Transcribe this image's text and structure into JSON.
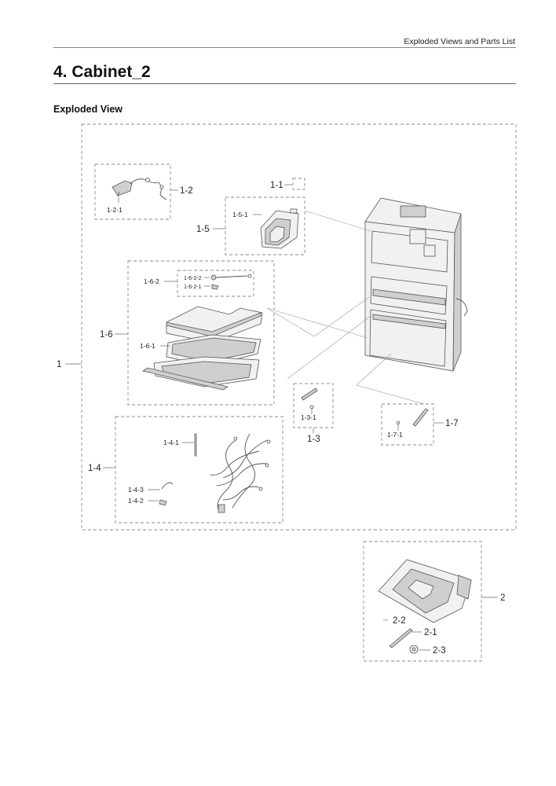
{
  "header": {
    "text": "Exploded Views and Parts List"
  },
  "section": {
    "title": "4.  Cabinet_2"
  },
  "subsection": {
    "title": "Exploded View"
  },
  "labels": {
    "l1": "1",
    "l1_1": "1-1",
    "l1_2": "1-2",
    "l1_2_1": "1-2-1",
    "l1_3": "1-3",
    "l1_3_1": "1-3-1",
    "l1_4": "1-4",
    "l1_4_1": "1-4-1",
    "l1_4_2": "1-4-2",
    "l1_4_3": "1-4-3",
    "l1_5": "1-5",
    "l1_5_1": "1-5-1",
    "l1_6": "1-6",
    "l1_6_1": "1-6-1",
    "l1_6_2": "1-6-2",
    "l1_6_2_1": "1-6-2-1",
    "l1_6_2_2": "1-6-2-2",
    "l1_7": "1-7",
    "l1_7_1": "1-7-1",
    "l2": "2",
    "l2_1": "2-1",
    "l2_2": "2-2",
    "l2_3": "2-3"
  }
}
